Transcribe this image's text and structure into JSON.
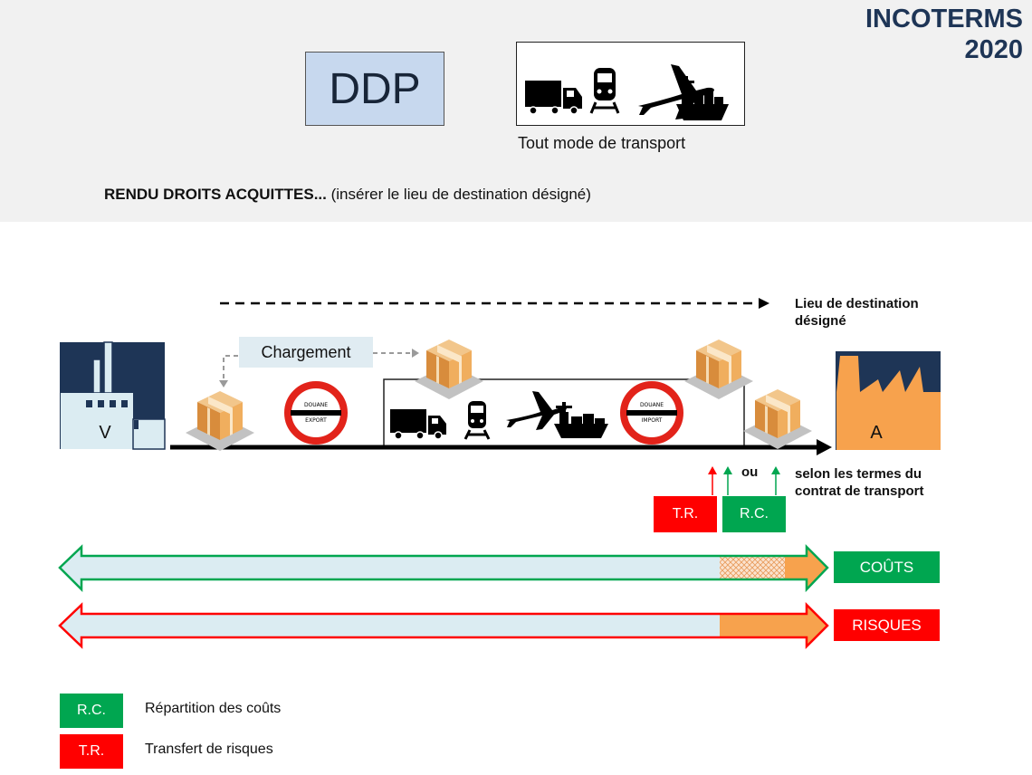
{
  "brand": {
    "line1": "INCOTERMS",
    "line2": "2020"
  },
  "incoterm": {
    "code": "DDP"
  },
  "transport_mode": {
    "label": "Tout mode de transport",
    "icons": [
      "truck-icon",
      "train-icon",
      "plane-icon",
      "ship-icon"
    ]
  },
  "subtitle": {
    "bold": "RENDU DROITS ACQUITTES...",
    "rest": " (insérer le lieu de destination désigné)"
  },
  "diagram": {
    "seller": "V",
    "buyer": "A",
    "loading_label": "Chargement",
    "destination_label": "Lieu de destination désigné",
    "customs_export": [
      "DOUANE",
      "EXPORT"
    ],
    "customs_import": [
      "DOUANE",
      "IMPORT"
    ],
    "or_label": "ou",
    "terms_label": "selon les termes du contrat de transport",
    "tr_tag": "T.R.",
    "rc_tag": "R.C."
  },
  "bars": {
    "costs_label": "COÛTS",
    "risks_label": "RISQUES"
  },
  "legend": [
    {
      "tag": "R.C.",
      "text": "Répartition des coûts",
      "color": "#00a650"
    },
    {
      "tag": "T.R.",
      "text": "Transfert de risques",
      "color": "#ff0000"
    }
  ],
  "colors": {
    "navy": "#1e3556",
    "green": "#00a650",
    "red": "#ff0000",
    "orange": "#f7a24d",
    "light_blue": "#dbecf2",
    "ddp_box": "#c7d8ee"
  }
}
